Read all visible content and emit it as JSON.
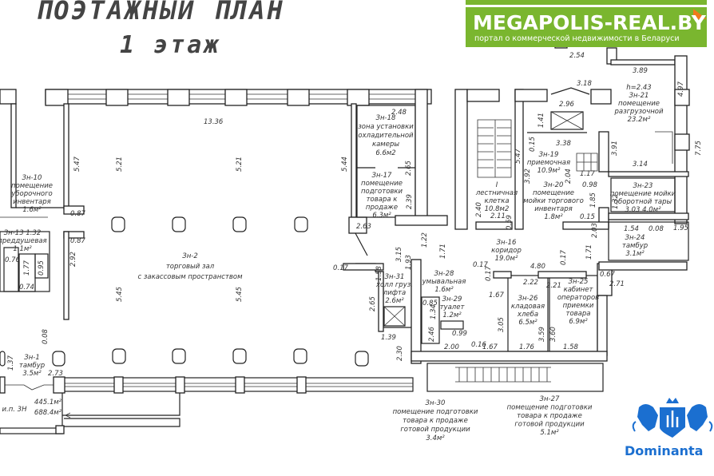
{
  "title": "ПОЭТАЖНЫЙ ПЛАН",
  "subtitle": "1 этаж",
  "banner": {
    "name": "MEGAPOLIS-REAL.BY",
    "tagline": "портал о коммерческой недвижимости в Беларуси",
    "color": "#7ab62f",
    "accent": "#f07a1a"
  },
  "logo": {
    "name": "Dominanta",
    "color": "#1b6fd0"
  },
  "rooms": [
    {
      "lines": [
        "Зн-10",
        "помещение",
        "уборочного",
        "инвентаря",
        "1.6м²"
      ]
    },
    {
      "lines": [
        "Зн-2",
        "торговый зал",
        "с закассовым пространством"
      ]
    },
    {
      "lines": [
        "Зн-18",
        "зона установки",
        "охладительной",
        "камеры",
        "6.6м2"
      ]
    },
    {
      "lines": [
        "Зн-17",
        "помещение",
        "подготовки",
        "товара к",
        "продаже",
        "6.3м²"
      ]
    },
    {
      "lines": [
        "I",
        "лестничная",
        "клетка",
        "10.8м2"
      ]
    },
    {
      "lines": [
        "Зн-19",
        "приемочная",
        "10.9м²"
      ]
    },
    {
      "lines": [
        "Зн-20",
        "помещение",
        "мойки торгового",
        "инвентаря",
        "1.8м²"
      ]
    },
    {
      "lines": [
        "h=2.43",
        "Зн-21",
        "помещение",
        "разгрузочной",
        "23.2м²"
      ]
    },
    {
      "lines": [
        "Зн-23",
        "помещение мойки",
        "оборотной тары",
        "3.03  4.0м²"
      ]
    },
    {
      "lines": [
        "Зн-24",
        "тамбур",
        "3.1м²"
      ]
    },
    {
      "lines": [
        "Зн-16",
        "коридор",
        "19.0м²"
      ]
    },
    {
      "lines": [
        "Зн-25",
        "кабинет",
        "операторов",
        "приемки",
        "товара",
        "6.9м²"
      ]
    },
    {
      "lines": [
        "Зн-26",
        "кладовая",
        "хлеба",
        "6.5м²"
      ]
    },
    {
      "lines": [
        "Зн-31",
        "холл груз.",
        "лифта",
        "2.6м²"
      ]
    },
    {
      "lines": [
        "Зн-28",
        "умывальная",
        "1.6м²"
      ]
    },
    {
      "lines": [
        "Зн-29",
        "туалет",
        "1.2м²"
      ]
    },
    {
      "lines": [
        "Зн-30",
        "помещение подготовки",
        "товара к продаже",
        "готовой продукции",
        "3.4м²"
      ]
    },
    {
      "lines": [
        "Зн-27",
        "помещение подготовки",
        "товара к продаже",
        "готовой продукции",
        "5.1м²"
      ]
    },
    {
      "lines": [
        "Зн-1",
        "тамбур",
        "3.5м²"
      ]
    },
    {
      "lines": [
        "Зн-13 1.32",
        "преддушевая",
        "1.1м²"
      ]
    },
    {
      "lines": [
        "и.п. 3Н"
      ]
    },
    {
      "lines": [
        "445.1м²",
        "688.4м²"
      ]
    }
  ],
  "dimensions": [
    "13.36",
    "5.47",
    "5.21",
    "5.21",
    "5.44",
    "2.48",
    "2.65",
    "2.63",
    "2.39",
    "0.87",
    "0.87",
    "2.92",
    "5.45",
    "5.45",
    "0.17",
    "3.15",
    "1.93",
    "1.58",
    "1.22",
    "1.71",
    "2.65",
    "1.39",
    "2.30",
    "0.85",
    "1.34",
    "2.46",
    "0.99",
    "0.16",
    "2.00",
    "1.67",
    "1.67",
    "0.17",
    "0.17",
    "3.05",
    "4.80",
    "2.22",
    "0.17",
    "2.21",
    "1.71",
    "3.59",
    "3.60",
    "1.76",
    "1.58",
    "0.67",
    "2.71",
    "2.03",
    "1.54",
    "0.08",
    "1.95",
    "0.59",
    "2.40",
    "2.11",
    "3.92",
    "2.04",
    "1.17",
    "0.98",
    "1.85",
    "0.15",
    "0.15",
    "3.38",
    "2.96",
    "1.41",
    "5.47",
    "3.18",
    "2.54",
    "3.89",
    "4.97",
    "3.91",
    "3.14",
    "7.75",
    "1.32",
    "0.08",
    "1.37",
    "2.73",
    "1.77",
    "0.95",
    "0.76",
    "0.74"
  ]
}
